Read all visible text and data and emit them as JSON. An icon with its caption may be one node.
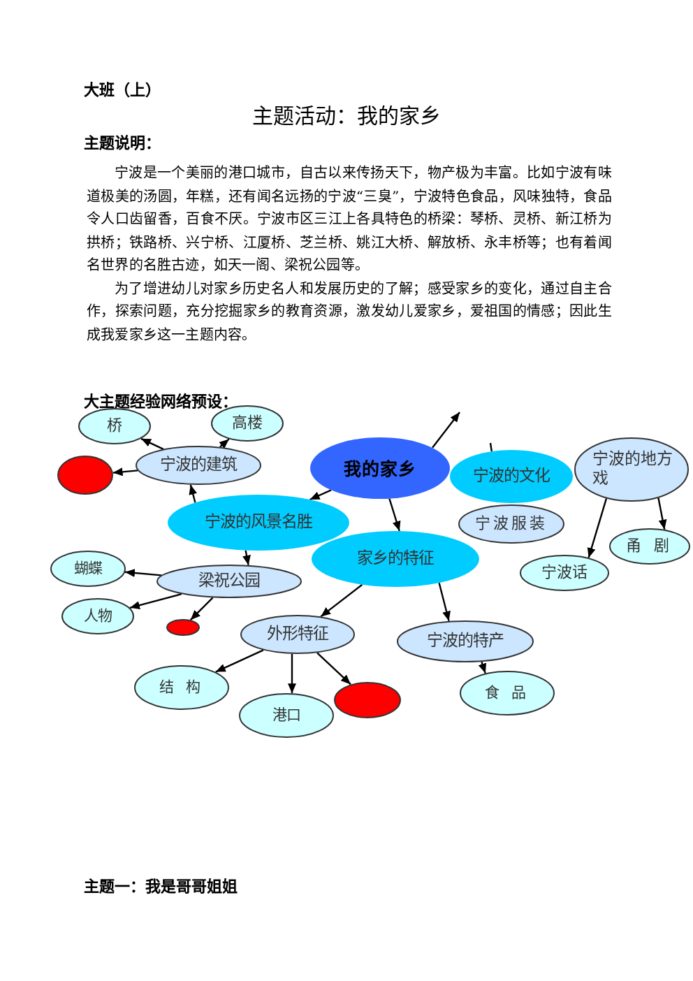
{
  "diagram": {
    "title": "主题活动：我的家乡",
    "nodes": [
      {
        "text": [
          "桥"
        ]
      },
      {
        "text": [
          "高楼"
        ]
      },
      {
        "text": [],
        "shape": "ellipse"
      },
      {
        "text": [
          "宁波的建筑"
        ]
      },
      {
        "text": [
          "我的家乡"
        ]
      },
      {
        "text": [
          "宁波的文化"
        ]
      },
      {
        "text": [
          "宁波的地方戏"
        ]
      },
      {
        "text": [
          "宁波的风景名胜"
        ]
      },
      {
        "text": [
          "宁波服装"
        ]
      },
      {
        "text": [
          "甬 剧"
        ]
      },
      {
        "text": [
          "家乡的特征"
        ]
      },
      {
        "text": [
          "宁波话"
        ]
      },
      {
        "text": [
          "蝴蝶"
        ]
      },
      {
        "text": [
          "梁祝公园"
        ]
      },
      {
        "text": [
          "人物"
        ]
      },
      {
        "text": [],
        "shape": "ellipse"
      },
      {
        "text": [
          "外形特征"
        ]
      },
      {
        "text": [
          "宁波的特产"
        ]
      },
      {
        "text": [
          "结 构"
        ]
      },
      {
        "text": [
          "港口"
        ]
      },
      {
        "text": [],
        "shape": "ellipse"
      },
      {
        "text": [
          "食 品"
        ]
      }
    ],
    "edges": [
      {
        "from": 3,
        "to": 0,
        "arrow": "to"
      },
      {
        "from": 3,
        "to": 1,
        "arrow": "to"
      },
      {
        "from": 3,
        "to": 2,
        "arrow": "to"
      },
      {
        "from": 7,
        "to": 3,
        "arrow": "to"
      },
      {
        "from": 4,
        "to": 7,
        "arrow": "to"
      },
      {
        "from": 4,
        "to": null,
        "arrow": "to"
      },
      {
        "from": null,
        "to": 5,
        "arrow": "none"
      },
      {
        "from": 6,
        "to": 11,
        "arrow": "to"
      },
      {
        "from": 6,
        "to": 9,
        "arrow": "to"
      },
      {
        "from": 4,
        "to": 10,
        "arrow": "to"
      },
      {
        "from": 7,
        "to": 13,
        "arrow": "to"
      },
      {
        "from": 13,
        "to": 12,
        "arrow": "to"
      },
      {
        "from": 13,
        "to": 14,
        "arrow": "to"
      },
      {
        "from": 13,
        "to": 15,
        "arrow": "to"
      },
      {
        "from": 10,
        "to": 16,
        "arrow": "to"
      },
      {
        "from": 10,
        "to": 17,
        "arrow": "to"
      },
      {
        "from": 16,
        "to": 18,
        "arrow": "to"
      },
      {
        "from": 16,
        "to": 19,
        "arrow": "to"
      },
      {
        "from": 16,
        "to": 20,
        "arrow": "to"
      },
      {
        "from": 17,
        "to": 21,
        "arrow": "to"
      }
    ],
    "labels": [
      "大班（上）",
      "主题说明：",
      "宁波是一个美丽的港口城市，自古以来传扬天下，物产极为丰富。比如宁波有味道极美的汤圆，年糕，还有闻名远扬的宁波“三臭”，宁波特色食品，风味独特，食品令人口齿留香，百食不厌。宁波市区三江上各具特色的桥梁：琴桥、灵桥、新江桥为拱桥；铁路桥、兴宁桥、江厦桥、芝兰桥、姚江大桥、解放桥、永丰桥等；也有着闻名世界的名胜古迹，如天一阁、梁祝公园等。",
      "为了增进幼儿对家乡历史名人和发展历史的了解；感受家乡的变化，通过自主合作，探索问题，充分挖掘家乡的教育资源，激发幼儿爱家乡，爱祖国的情感；因此生成我爱家乡这一主题内容。",
      "大主题经验网络预设：",
      "主题一：我是哥哥姐姐"
    ]
  }
}
